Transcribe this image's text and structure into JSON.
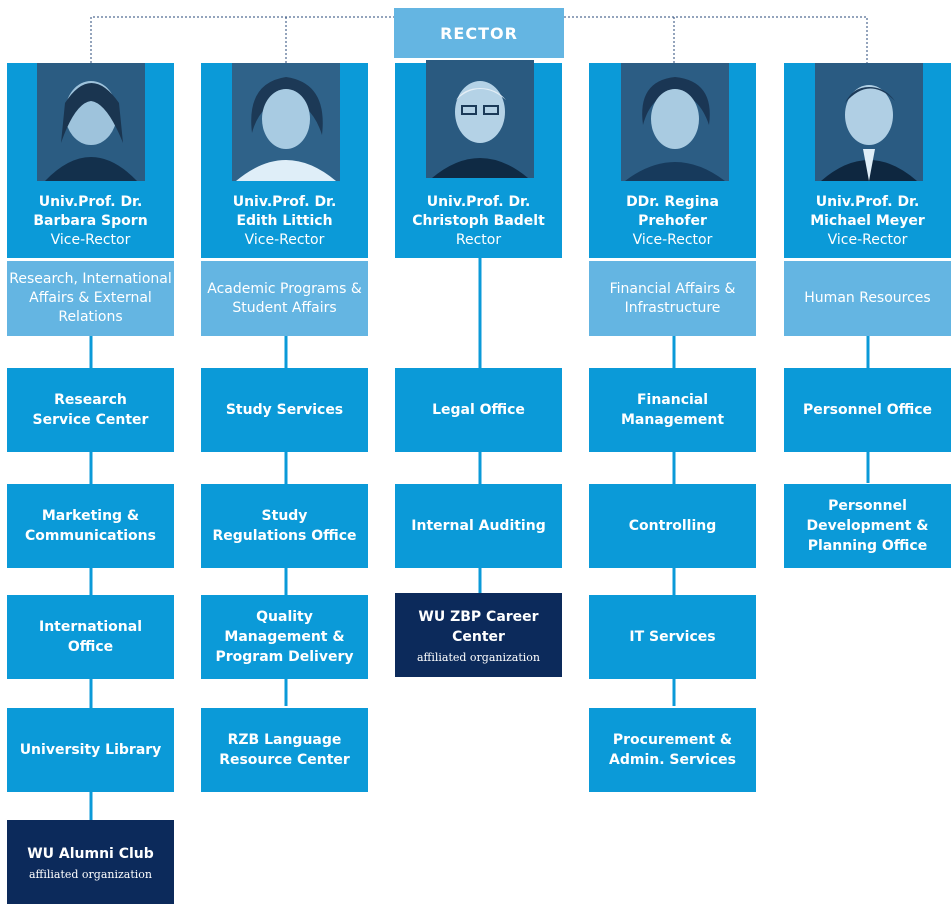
{
  "rector_label": "RECTOR",
  "columns": [
    {
      "name_line1": "Univ.Prof. Dr.",
      "name_line2": "Barbara Sporn",
      "role": "Vice-Rector",
      "area": "Research, International Affairs & External Relations",
      "units": [
        "Research\nService Center",
        "Marketing &\nCommunications",
        "International\nOffice",
        "University Library"
      ],
      "affiliated": {
        "name": "WU Alumni Club",
        "note": "affiliated organization"
      }
    },
    {
      "name_line1": "Univ.Prof. Dr.",
      "name_line2": "Edith Littich",
      "role": "Vice-Rector",
      "area": "Academic Programs & Student Affairs",
      "units": [
        "Study Services",
        "Study\nRegulations Office",
        "Quality\nManagement &\nProgram Delivery",
        "RZB Language\nResource Center"
      ]
    },
    {
      "name_line1": "Univ.Prof. Dr.",
      "name_line2": "Christoph Badelt",
      "role": "Rector",
      "units": [
        "Legal Office",
        "Internal Auditing"
      ],
      "affiliated": {
        "name": "WU ZBP Career\nCenter",
        "note": "affiliated organization"
      }
    },
    {
      "name_line1": "DDr. Regina",
      "name_line2": "Prehofer",
      "role": "Vice-Rector",
      "area": "Financial Affairs & Infrastructure",
      "units": [
        "Financial\nManagement",
        "Controlling",
        "IT Services",
        "Procurement &\nAdmin. Services"
      ]
    },
    {
      "name_line1": "Univ.Prof. Dr.",
      "name_line2": "Michael Meyer",
      "role": "Vice-Rector",
      "area": "Human Resources",
      "units": [
        "Personnel Office",
        "Personnel\nDevelopment &\nPlanning Office"
      ]
    }
  ]
}
